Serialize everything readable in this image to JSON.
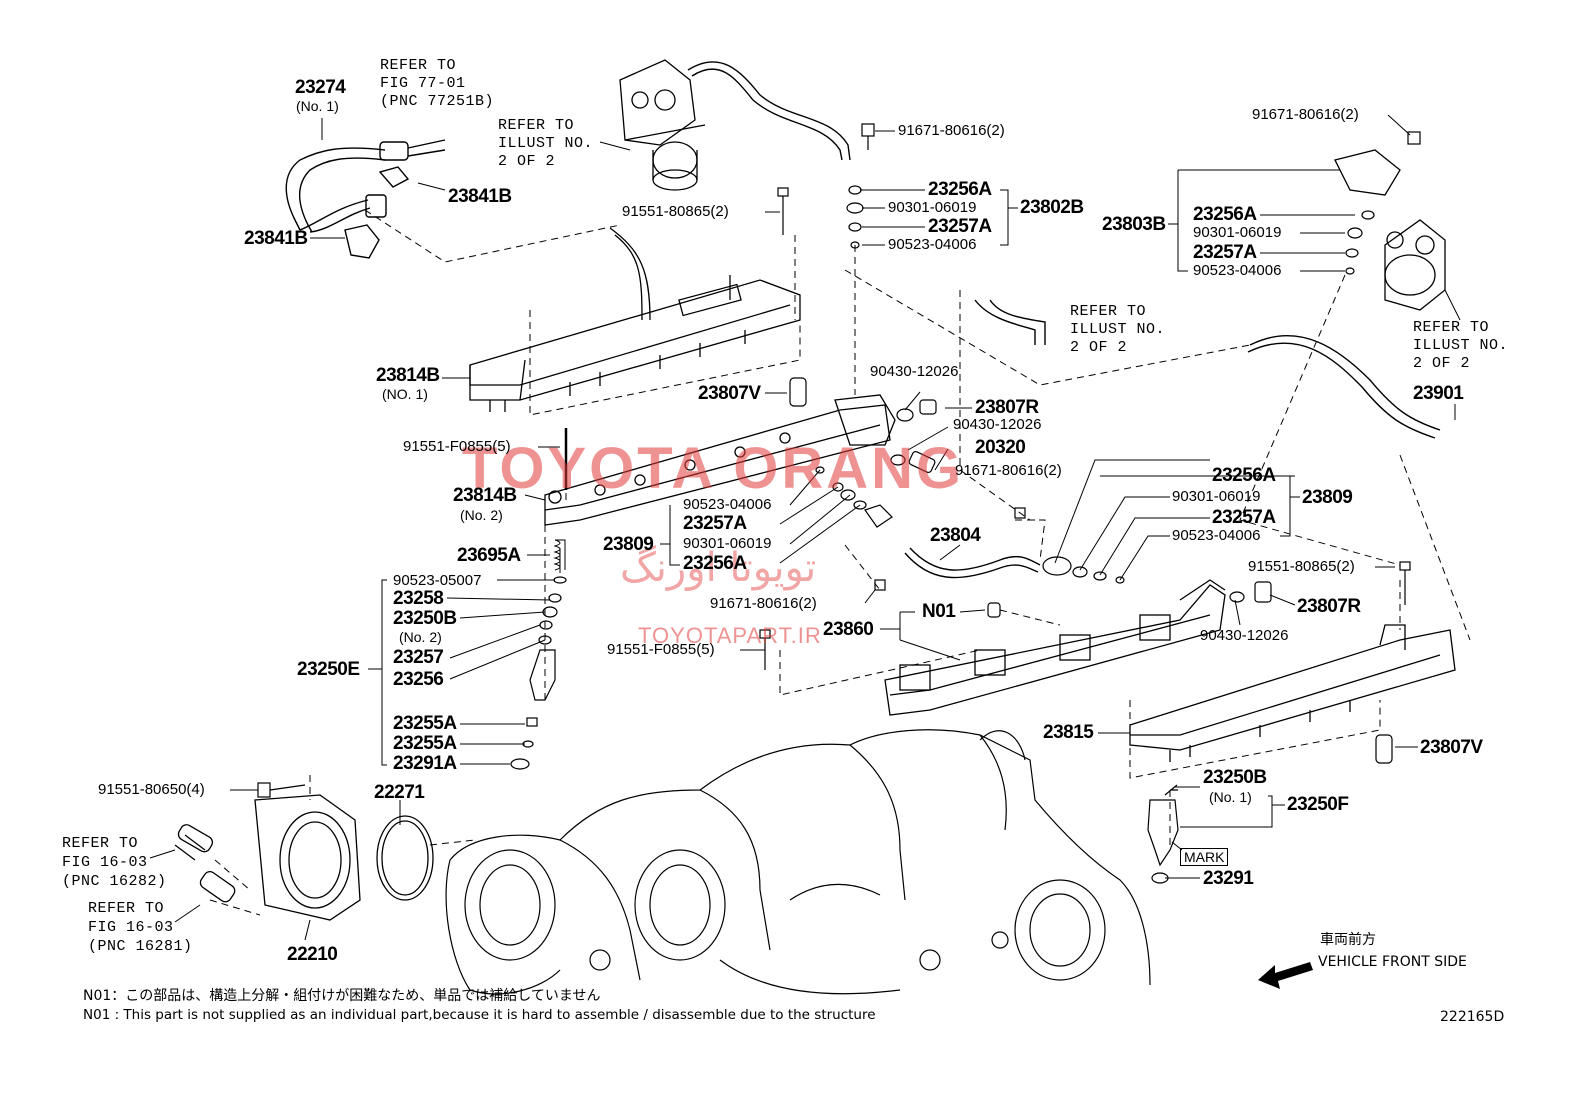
{
  "diagram_id": "222165D",
  "watermark": {
    "main": "TOYOTA ORANG",
    "url": "TOYOTAPART.IR",
    "farsi": "تویوتا اورنگ"
  },
  "direction": {
    "jp": "車両前方",
    "en": "VEHICLE FRONT SIDE"
  },
  "notes": [
    "N01：この部品は、構造上分解・組付けが困難なため、単品では補給していません",
    "N01 : This part is not supplied as an individual part,because it is hard to assemble / disassemble due to the structure"
  ],
  "refer": {
    "r1": [
      "REFER TO",
      "FIG 77-01",
      "(PNC 77251B)"
    ],
    "r2": [
      "REFER TO",
      "ILLUST NO.",
      "2 OF 2"
    ],
    "r3": [
      "REFER TO",
      "ILLUST NO.",
      "2 OF 2"
    ],
    "r4": [
      "REFER TO",
      "ILLUST NO.",
      "2 OF 2"
    ],
    "r5": [
      "REFER TO",
      "FIG 16-03",
      "(PNC 16282)"
    ],
    "r6": [
      "REFER TO",
      "FIG 16-03",
      "(PNC 16281)"
    ]
  },
  "labels": {
    "p23274": "23274",
    "p23274s": "(No. 1)",
    "p23841B_a": "23841B",
    "p23841B_b": "23841B",
    "p91671_a": "91671-80616(2)",
    "p23256A_a": "23256A",
    "p90301_a": "90301-06019",
    "p23257A_a": "23257A",
    "p90523_a": "90523-04006",
    "p23802B": "23802B",
    "p91551_8086_a": "91551-80865(2)",
    "p91671_b": "91671-80616(2)",
    "p23803B": "23803B",
    "p23256A_b": "23256A",
    "p90301_b": "90301-06019",
    "p23257A_b": "23257A",
    "p90523_b": "90523-04006",
    "p23814B_1": "23814B",
    "p23814B_1s": "(NO. 1)",
    "p23807V_a": "23807V",
    "p90430_a": "90430-12026",
    "p23807R_a": "23807R",
    "p90430_b": "90430-12026",
    "p20320": "20320",
    "p91671_c": "91671-80616(2)",
    "p23901": "23901",
    "p91551F_a": "91551-F0855(5)",
    "p23814B_2": "23814B",
    "p23814B_2s": "(No. 2)",
    "p90523_c": "90523-04006",
    "p23257A_c": "23257A",
    "p90301_c": "90301-06019",
    "p23256A_c": "23256A",
    "p23809_l": "23809",
    "p23256A_d": "23256A",
    "p90301_d": "90301-06019",
    "p23257A_d": "23257A",
    "p90523_d": "90523-04006",
    "p23809_r": "23809",
    "p23804": "23804",
    "p23695A": "23695A",
    "p90523_05007": "90523-05007",
    "p23258": "23258",
    "p23250B_2": "23250B",
    "p23250B_2s": "(No. 2)",
    "p23257": "23257",
    "p23256": "23256",
    "p23250E": "23250E",
    "p23255A_a": "23255A",
    "p23255A_b": "23255A",
    "p23291A": "23291A",
    "p91671_d": "91671-80616(2)",
    "pN01": "N01",
    "p23860": "23860",
    "p91551_8086_b": "91551-80865(2)",
    "p23807R_b": "23807R",
    "p90430_c": "90430-12026",
    "p91551F_b": "91551-F0855(5)",
    "p23815": "23815",
    "p23807V_b": "23807V",
    "p23250B_1": "23250B",
    "p23250B_1s": "(No. 1)",
    "p23250F": "23250F",
    "mark": "MARK",
    "p23291": "23291",
    "p91551_80650": "91551-80650(4)",
    "p22271": "22271",
    "p22210": "22210"
  }
}
